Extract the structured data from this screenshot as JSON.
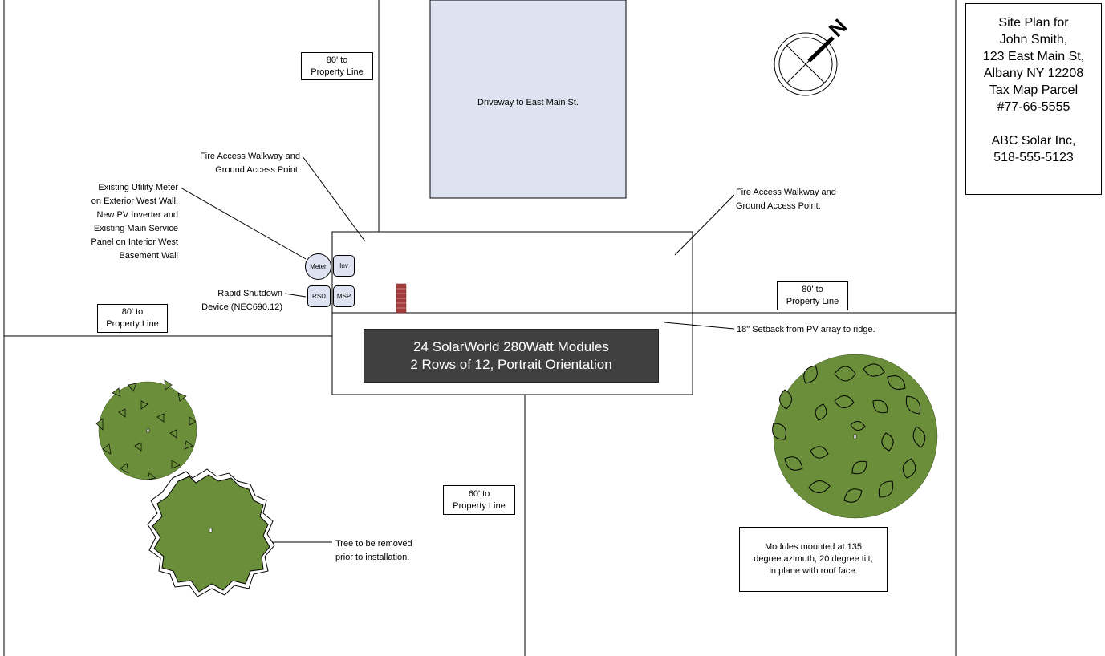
{
  "title_block": {
    "lines": [
      "Site Plan for",
      "John Smith,",
      "123 East Main St,",
      "Albany NY 12208",
      "Tax Map Parcel",
      "#77-66-5555",
      "",
      "ABC Solar Inc,",
      "518-555-5123"
    ]
  },
  "driveway": {
    "label": "Driveway to East Main St."
  },
  "array": {
    "line1": "24 SolarWorld 280Watt Modules",
    "line2": "2 Rows of 12, Portrait Orientation"
  },
  "distances": {
    "top": {
      "line1": "80' to",
      "line2": "Property Line"
    },
    "left": {
      "line1": "80' to",
      "line2": "Property Line"
    },
    "right": {
      "line1": "80' to",
      "line2": "Property Line"
    },
    "bottom": {
      "line1": "60' to",
      "line2": "Property Line"
    }
  },
  "notes": {
    "fire_access_left": [
      "Fire Access Walkway and",
      "Ground Access Point."
    ],
    "fire_access_right": [
      "Fire Access Walkway and",
      "Ground Access Point."
    ],
    "utility_meter": [
      "Existing Utility Meter",
      "on Exterior West Wall.",
      "New PV Inverter and",
      "Existing Main Service",
      "Panel on Interior West",
      "Basement Wall"
    ],
    "rapid_shutdown": [
      "Rapid Shutdown",
      "Device (NEC690.12)"
    ],
    "setback": "18\" Setback from PV array to ridge.",
    "tree_removed": [
      "Tree to be removed",
      "prior to installation."
    ],
    "mounting": [
      "Modules mounted at 135",
      "degree azimuth, 20 degree tilt,",
      "in plane with roof face."
    ]
  },
  "equipment": {
    "meter": "Meter",
    "inverter": "Inv",
    "rsd": "RSD",
    "msp": "MSP"
  },
  "compass": {
    "north_label": "N"
  },
  "colors": {
    "tree_fill": "#6b8e3a",
    "driveway_fill": "#dde3f0",
    "array_label_fill": "#404040",
    "chimney": "#a23b3b"
  }
}
